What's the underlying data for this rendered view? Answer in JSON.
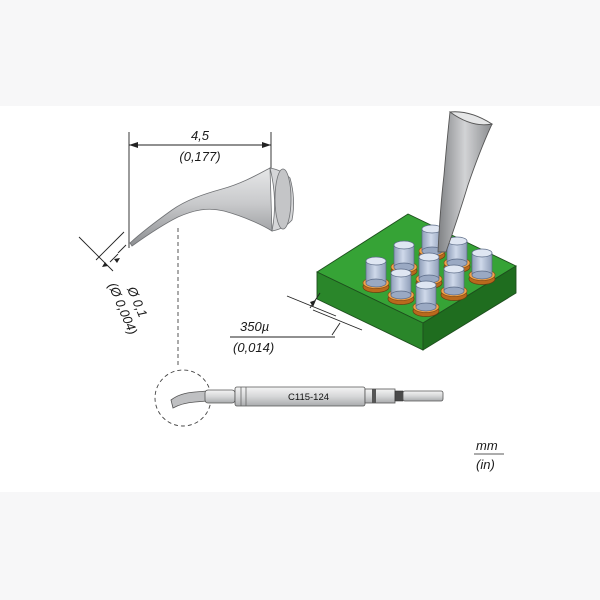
{
  "dimensions": {
    "length_mm": "4,5",
    "length_in": "(0,177)",
    "tip_mm": "Ø 0,1",
    "tip_in": "(Ø 0,004)",
    "pitch_mm": "350µ",
    "pitch_in": "(0,014)"
  },
  "cartridge": {
    "code": "C115-124"
  },
  "units": {
    "metric": "mm",
    "imperial": "(in)"
  },
  "colors": {
    "pcb_green": "#2f8f2f",
    "component_blue": "#b8c6de",
    "solder_orange": "#e08a2c",
    "steel_gray": "#b4b6b9"
  }
}
